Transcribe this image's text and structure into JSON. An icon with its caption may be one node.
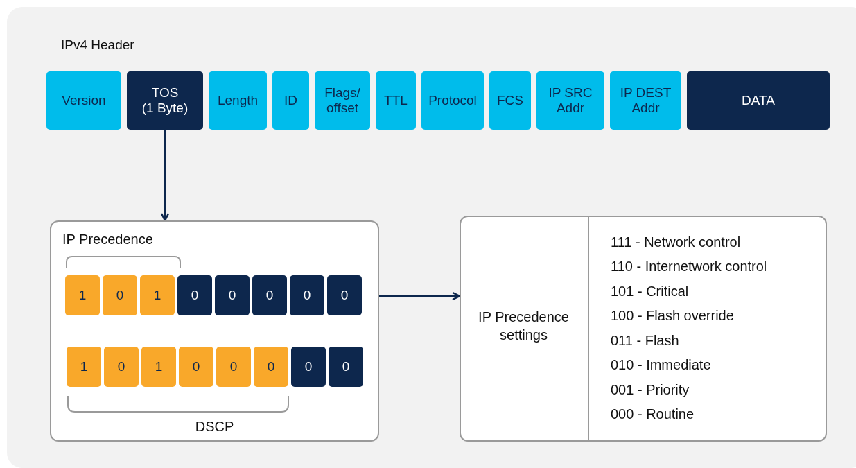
{
  "diagram": {
    "nodes": [
      {
        "text": [
          "Version"
        ]
      },
      {
        "text": [
          "TOS (1 Byte)"
        ]
      },
      {
        "text": [
          "Length"
        ]
      },
      {
        "text": [
          "ID"
        ]
      },
      {
        "text": [
          "Flags/ offset"
        ]
      },
      {
        "text": [
          "TTL"
        ]
      },
      {
        "text": [
          "Protocol"
        ]
      },
      {
        "text": [
          "FCS"
        ]
      },
      {
        "text": [
          "IP SRC Addr"
        ]
      },
      {
        "text": [
          "IP DEST Addr"
        ]
      },
      {
        "text": [
          "DATA"
        ]
      },
      {
        "text": [
          "IP Precedence",
          "DSCP"
        ]
      },
      {
        "text": [
          "1"
        ],
        "in": 11
      },
      {
        "text": [
          "0"
        ],
        "in": 11
      },
      {
        "text": [
          "1"
        ],
        "in": 11
      },
      {
        "text": [
          "0"
        ],
        "in": 11
      },
      {
        "text": [
          "0"
        ],
        "in": 11
      },
      {
        "text": [
          "0"
        ],
        "in": 11
      },
      {
        "text": [
          "0"
        ],
        "in": 11
      },
      {
        "text": [
          "0"
        ],
        "in": 11
      },
      {
        "text": [
          "1"
        ],
        "in": 11
      },
      {
        "text": [
          "0"
        ],
        "in": 11
      },
      {
        "text": [
          "1"
        ],
        "in": 11
      },
      {
        "text": [
          "0"
        ],
        "in": 11
      },
      {
        "text": [
          "0"
        ],
        "in": 11
      },
      {
        "text": [
          "0"
        ],
        "in": 11
      },
      {
        "text": [
          "0"
        ],
        "in": 11
      },
      {
        "text": [
          "0"
        ],
        "in": 11
      },
      {
        "text": [],
        "shape": "box"
      },
      {
        "text": [
          "IP Precedence settings"
        ],
        "in": 28
      },
      {
        "text": [
          "111 - Network control",
          "110 - Internetwork control",
          "101 - Critical",
          "100 - Flash override",
          "011 - Flash",
          "010 - Immediate",
          "001 - Priority",
          "000 - Routine"
        ],
        "in": 28
      }
    ],
    "edges": [
      {
        "from": 1,
        "to": 11,
        "arrow": "to"
      },
      {
        "from": 11,
        "to": 28,
        "arrow": "to"
      }
    ],
    "labels": [
      "IPv4 Header"
    ]
  }
}
